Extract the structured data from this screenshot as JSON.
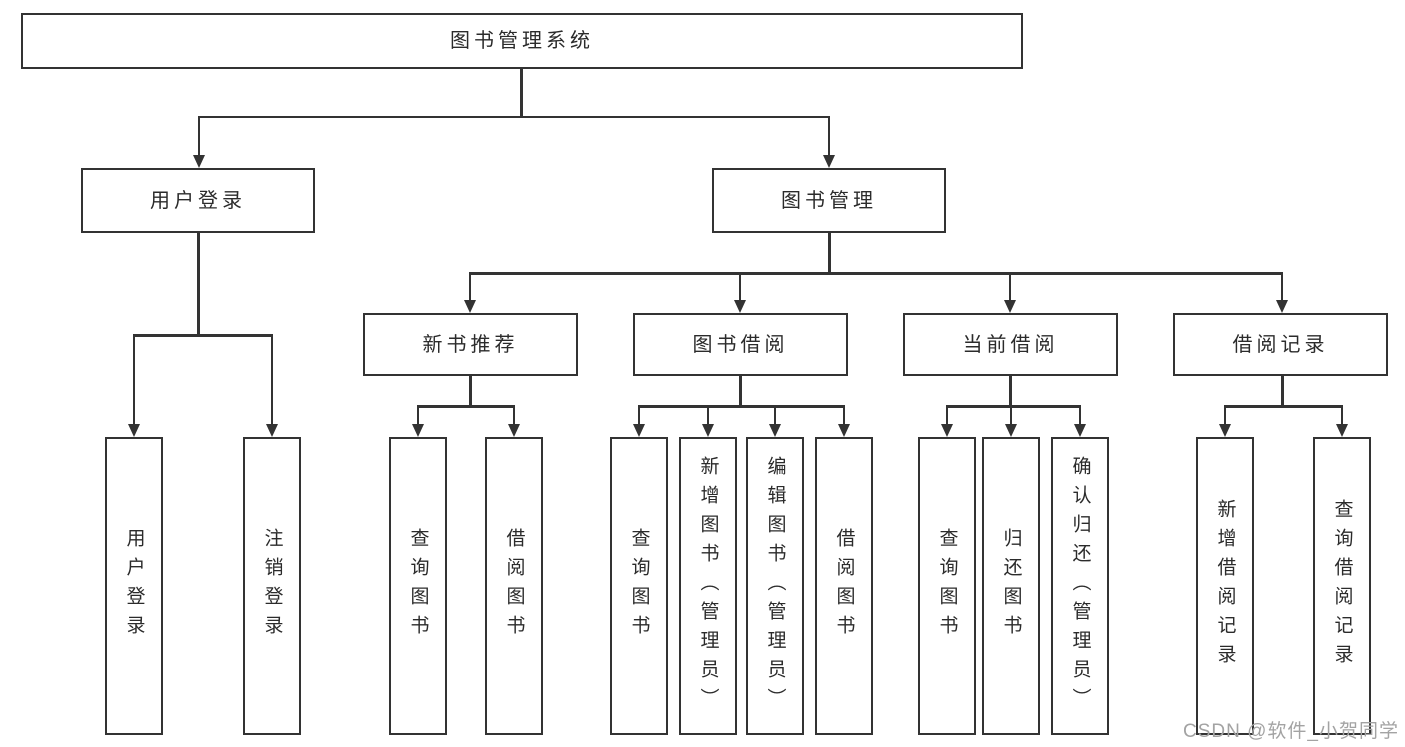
{
  "diagram": {
    "root": {
      "label": "图书管理系统"
    },
    "level2": [
      {
        "label": "用户登录"
      },
      {
        "label": "图书管理"
      }
    ],
    "level3": [
      {
        "label": "新书推荐"
      },
      {
        "label": "图书借阅"
      },
      {
        "label": "当前借阅"
      },
      {
        "label": "借阅记录"
      }
    ],
    "leaves": {
      "user_login": [
        "用户登录",
        "注销登录"
      ],
      "new_book": [
        "查询图书",
        "借阅图书"
      ],
      "book_borrow": [
        "查询图书",
        "新增图书（管理员）",
        "编辑图书（管理员）",
        "借阅图书"
      ],
      "current_borrow": [
        "查询图书",
        "归还图书",
        "确认归还（管理员）"
      ],
      "borrow_records": [
        "新增借阅记录",
        "查询借阅记录"
      ]
    }
  },
  "watermark": {
    "text": "CSDN @软件_小贺同学"
  },
  "colors": {
    "line": "#333333",
    "text": "#2b2b2b",
    "watermark": "#a3a3a3",
    "background": "#ffffff"
  }
}
